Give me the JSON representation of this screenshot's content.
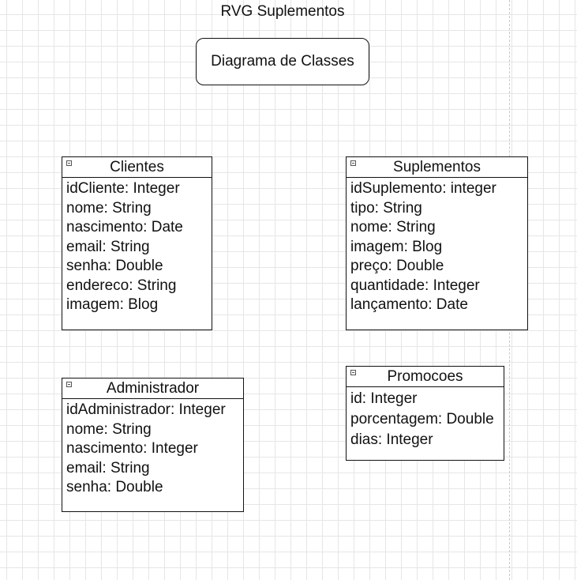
{
  "title": "RVG Suplementos",
  "subtitle_box": "Diagrama de Classes",
  "classes": {
    "clientes": {
      "name": "Clientes",
      "attributes": [
        "idCliente: Integer",
        "nome: String",
        "nascimento: Date",
        "email: String",
        "senha: Double",
        "endereco: String",
        "imagem: Blog"
      ]
    },
    "suplementos": {
      "name": "Suplementos",
      "attributes": [
        "idSuplemento: integer",
        "tipo: String",
        "nome: String",
        "imagem: Blog",
        "preço: Double",
        "quantidade: Integer",
        "lançamento: Date"
      ]
    },
    "administrador": {
      "name": "Administrador",
      "attributes": [
        "idAdministrador: Integer",
        "nome: String",
        "nascimento: Integer",
        "email: String",
        "senha: Double"
      ]
    },
    "promocoes": {
      "name": "Promocoes",
      "attributes": [
        "id: Integer",
        "porcentagem: Double",
        "dias:  Integer"
      ]
    }
  },
  "icons": {
    "collapse": "collapse-minus-icon"
  },
  "colors": {
    "stroke": "#111111",
    "grid": "#e6e6e6",
    "background": "#ffffff"
  }
}
